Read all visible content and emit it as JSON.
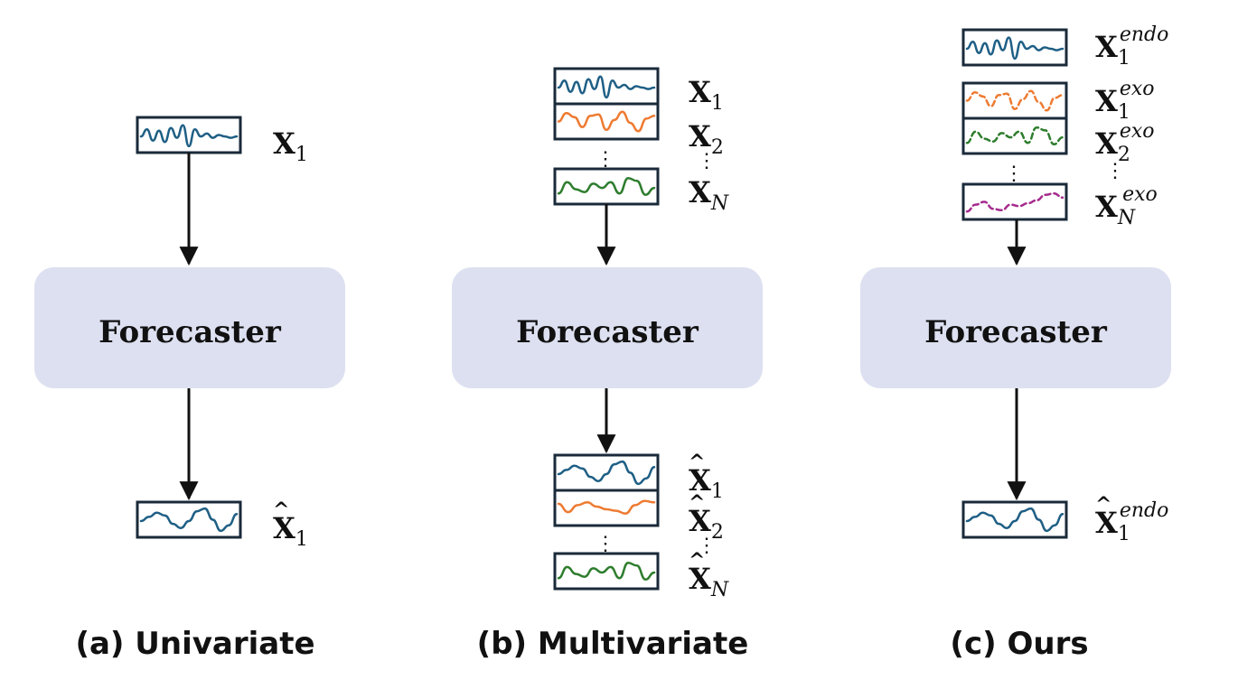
{
  "panels": [
    {
      "caption": "(a) Univariate",
      "forecaster_label": "Forecaster",
      "inputs": [
        {
          "symbol": "X",
          "sub": "1",
          "sup": "",
          "hat": false,
          "color": "#1f5f85",
          "dashed": false
        }
      ],
      "outputs": [
        {
          "symbol": "X",
          "sub": "1",
          "sup": "",
          "hat": true,
          "color": "#1f5f85",
          "dashed": false
        }
      ]
    },
    {
      "caption": "(b) Multivariate",
      "forecaster_label": "Forecaster",
      "inputs": [
        {
          "symbol": "X",
          "sub": "1",
          "sup": "",
          "hat": false,
          "color": "#1f5f85",
          "dashed": false
        },
        {
          "symbol": "X",
          "sub": "2",
          "sup": "",
          "hat": false,
          "color": "#ee7b32",
          "dashed": false
        },
        {
          "symbol": "X",
          "sub": "N",
          "sup": "",
          "hat": false,
          "color": "#2e7d2e",
          "dashed": false
        }
      ],
      "outputs": [
        {
          "symbol": "X",
          "sub": "1",
          "sup": "",
          "hat": true,
          "color": "#1f5f85",
          "dashed": false
        },
        {
          "symbol": "X",
          "sub": "2",
          "sup": "",
          "hat": true,
          "color": "#ee7b32",
          "dashed": false
        },
        {
          "symbol": "X",
          "sub": "N",
          "sup": "",
          "hat": true,
          "color": "#2e7d2e",
          "dashed": false
        }
      ]
    },
    {
      "caption": "(c) Ours",
      "forecaster_label": "Forecaster",
      "inputs": [
        {
          "symbol": "X",
          "sub": "1",
          "sup": "endo",
          "hat": false,
          "color": "#1f5f85",
          "dashed": false
        },
        {
          "symbol": "X",
          "sub": "1",
          "sup": "exo",
          "hat": false,
          "color": "#ee7b32",
          "dashed": true
        },
        {
          "symbol": "X",
          "sub": "2",
          "sup": "exo",
          "hat": false,
          "color": "#2e7d2e",
          "dashed": true
        },
        {
          "symbol": "X",
          "sub": "N",
          "sup": "exo",
          "hat": false,
          "color": "#a52a8e",
          "dashed": true
        }
      ],
      "outputs": [
        {
          "symbol": "X",
          "sub": "1",
          "sup": "endo",
          "hat": true,
          "color": "#1f5f85",
          "dashed": false
        }
      ]
    }
  ],
  "colors": {
    "forecaster_fill": "#dde0f0",
    "box_stroke": "#1a2a3a",
    "arrow": "#111111"
  }
}
